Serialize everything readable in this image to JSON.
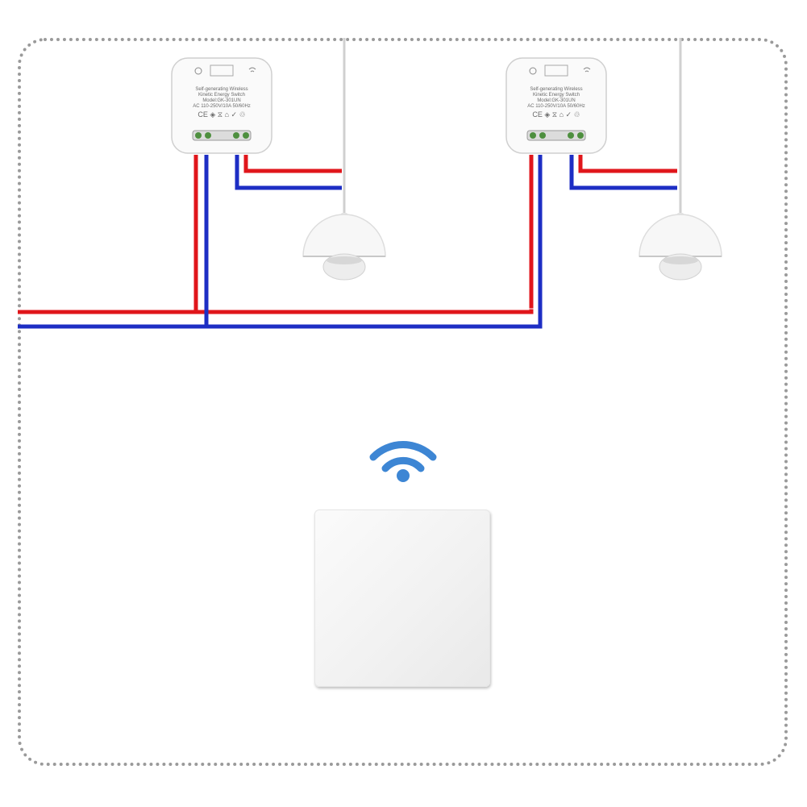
{
  "receivers": [
    {
      "line1": "Self-generating Wireless",
      "line2": "Kinetic Energy Switch",
      "line3": "Model:GK-301UN",
      "line4": "AC 110-250V/10A 50/60Hz",
      "marks": "CE ◈ ⧖ ⌂ ✓ ♲"
    },
    {
      "line1": "Self-generating Wireless",
      "line2": "Kinetic Energy Switch",
      "line3": "Model:GK-301UN",
      "line4": "AC 110-250V/10A 50/60Hz",
      "marks": "CE ◈ ⧖ ⌂ ✓ ♲"
    }
  ],
  "colors": {
    "live_wire": "#e0161b",
    "neutral_wire": "#1d2ec4",
    "wifi_icon": "#3d86d4",
    "frame": "#9a9a9a"
  },
  "icons": {
    "signal": "wifi-icon",
    "lamp": "pendant-lamp-icon",
    "receiver": "wireless-receiver-module",
    "switch": "kinetic-wall-switch"
  }
}
